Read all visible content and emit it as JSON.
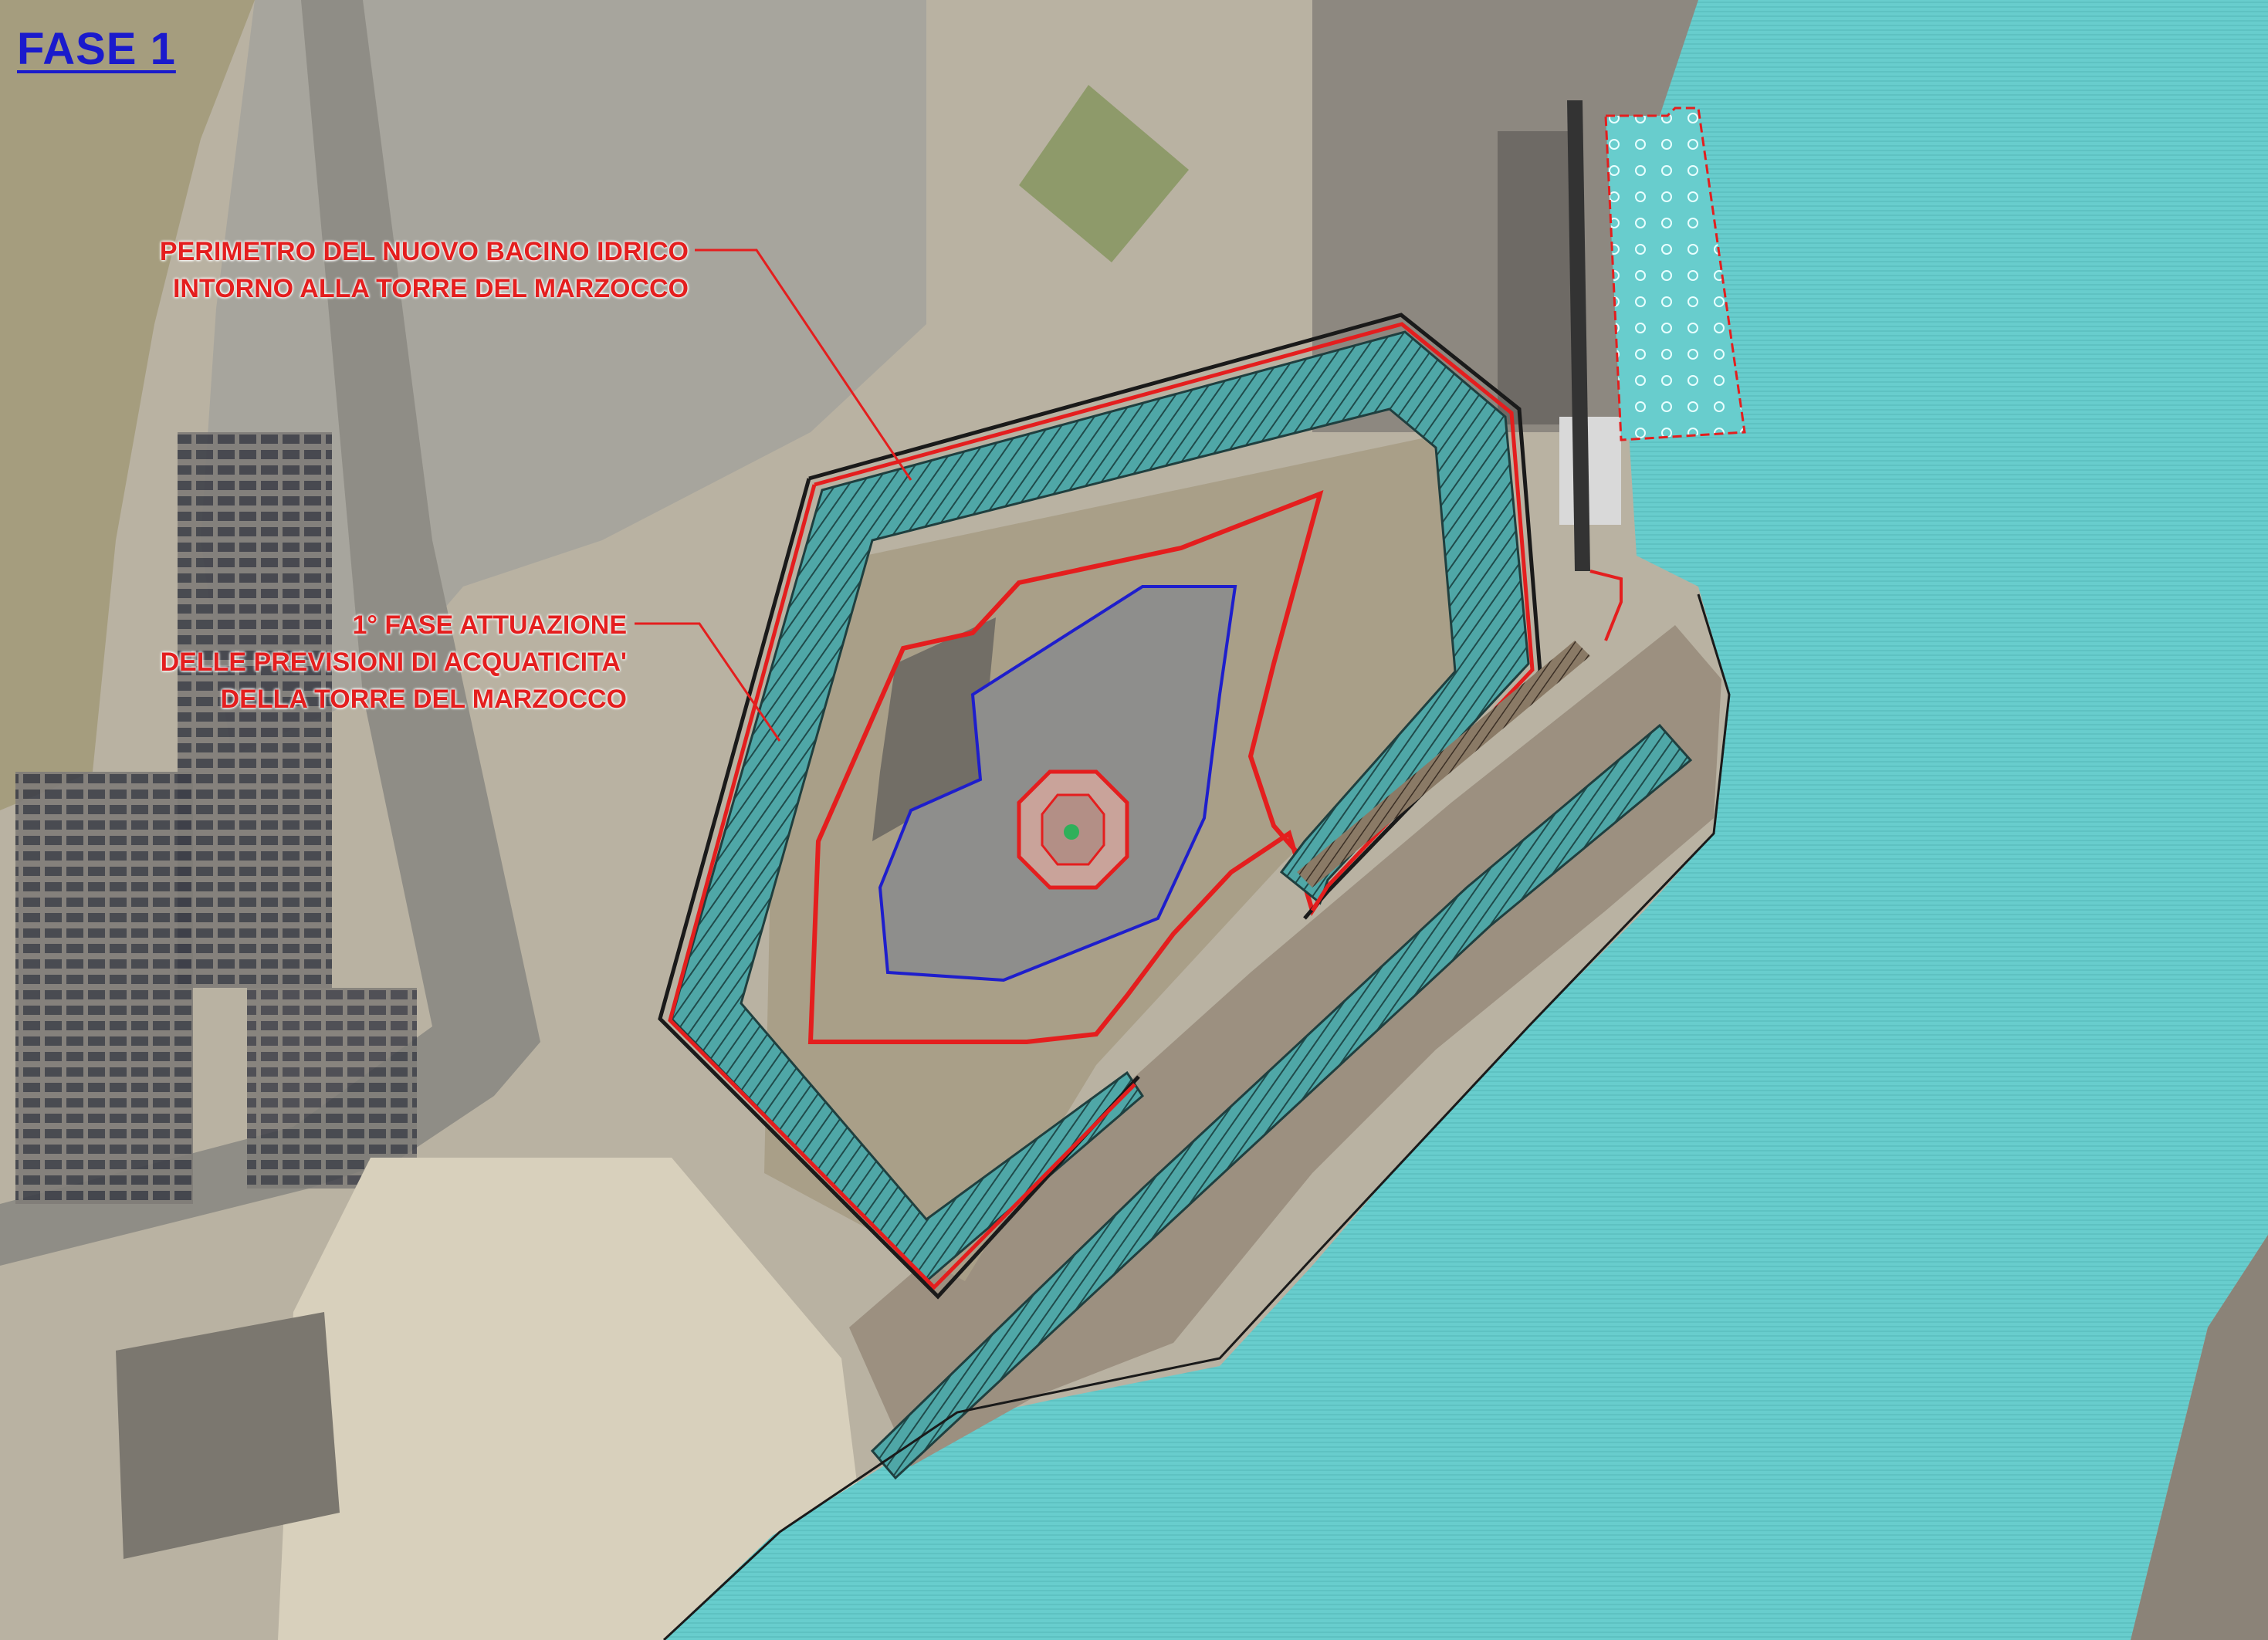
{
  "title": "FASE 1",
  "annotations": {
    "perimeter": [
      "PERIMETRO DEL NUOVO BACINO IDRICO",
      "INTORNO ALLA TORRE DEL MARZOCCO"
    ],
    "phase": [
      "1° FASE ATTUAZIONE",
      "DELLE PREVISIONI DI ACQUATICITA'",
      "DELLA TORRE DEL MARZOCCO"
    ]
  },
  "colors": {
    "water": "#68cdcd",
    "aerial_ground": "#bdb6a6",
    "paved_area": "#9c9a93",
    "basin_outline": "#e41e1e",
    "plan_outline": "#1e1ecc",
    "title": "#1a1acc",
    "wall_hatch": "#2f6f6f"
  }
}
